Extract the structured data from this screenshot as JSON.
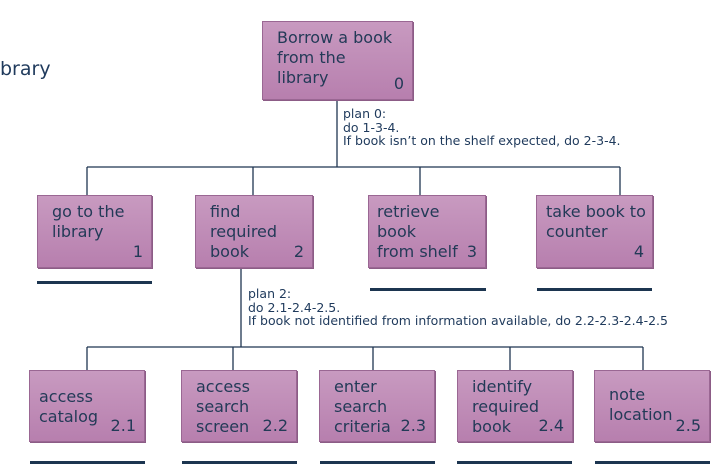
{
  "fragment": "brary",
  "root": {
    "label": "Borrow a book\nfrom the\nlibrary",
    "num": "0"
  },
  "plan0": "plan 0:\ndo 1-3-4.\nIf book isn’t on the shelf expected, do 2-3-4.",
  "level1": [
    {
      "label": "go to the\nlibrary",
      "num": "1"
    },
    {
      "label": "find required\nbook",
      "num": "2"
    },
    {
      "label": "retrieve book\nfrom shelf",
      "num": "3"
    },
    {
      "label": "take book to\ncounter",
      "num": "4"
    }
  ],
  "plan2": "plan 2:\ndo 2.1-2.4-2.5.\nIf book not identified from information available, do 2.2-2.3-2.4-2.5",
  "level2": [
    {
      "label": "access\ncatalog",
      "num": "2.1"
    },
    {
      "label": "access\nsearch\nscreen",
      "num": "2.2"
    },
    {
      "label": "enter\nsearch\ncriteria",
      "num": "2.3"
    },
    {
      "label": "identify\nrequired\nbook",
      "num": "2.4"
    },
    {
      "label": "note\nlocation",
      "num": "2.5"
    }
  ]
}
